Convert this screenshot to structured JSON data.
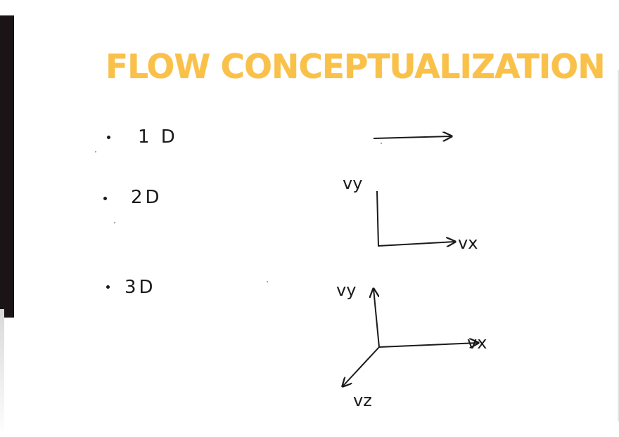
{
  "title": "FLOW CONCEPTUALIZATION",
  "items": [
    {
      "label": "1 D"
    },
    {
      "label": "2D",
      "axes": [
        "vy",
        "vx"
      ]
    },
    {
      "label": "3D",
      "axes": [
        "vy",
        "vx",
        "vz"
      ]
    }
  ],
  "colors": {
    "title": "#f9c14a",
    "ink": "#1a1a1a"
  }
}
